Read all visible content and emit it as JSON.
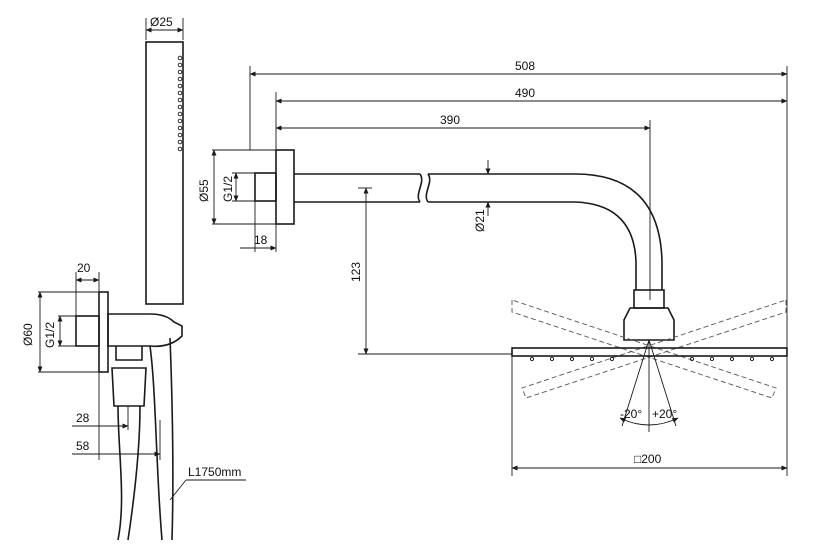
{
  "dimensions": {
    "hand_shower_diameter": "Ø25",
    "width_outlet_diameter": "Ø60",
    "width_thread": "G1/2",
    "width_offset": "20",
    "hose_offset_1": "28",
    "hose_offset_2": "58",
    "hose_length": "L1750mm",
    "arm_total": "508",
    "arm_490": "490",
    "arm_390": "390",
    "arm_flange_diameter": "Ø55",
    "arm_thread": "G1/2",
    "arm_flange_depth": "18",
    "arm_tube_diameter": "Ø21",
    "arm_drop": "123",
    "head_size": "□200",
    "tilt_left": "-20°",
    "tilt_right": "+20°"
  }
}
